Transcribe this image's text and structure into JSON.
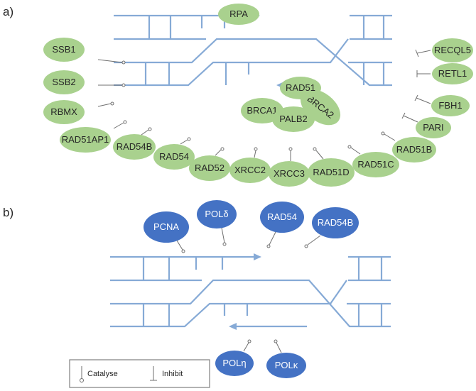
{
  "panels": {
    "a": "a)",
    "b": "b)"
  },
  "colors": {
    "dna": "#86aad6",
    "green": "#a9d18e",
    "blue": "#4472c4"
  },
  "panel_a": {
    "rpa": "RPA",
    "left_proteins": [
      "SSB1",
      "SSB2",
      "RBMX"
    ],
    "right_proteins": [
      "RECQL5",
      "RETL1",
      "FBH1",
      "PARI"
    ],
    "filament": {
      "rad51": "RAD51",
      "brca1": "BRCA1",
      "palb2": "PALB2",
      "brca2": "BRCA2"
    },
    "arc_proteins": [
      "RAD51AP1",
      "RAD54B",
      "RAD54",
      "RAD52",
      "XRCC2",
      "XRCC3",
      "RAD51D",
      "RAD51C",
      "RAD51B"
    ]
  },
  "panel_b": {
    "top_proteins": [
      "PCNA",
      "POLδ",
      "RAD54",
      "RAD54B"
    ],
    "bottom_proteins": [
      "POLη",
      "POLκ"
    ]
  },
  "legend": {
    "catalyse": "Catalyse",
    "inhibit": "Inhibit"
  }
}
